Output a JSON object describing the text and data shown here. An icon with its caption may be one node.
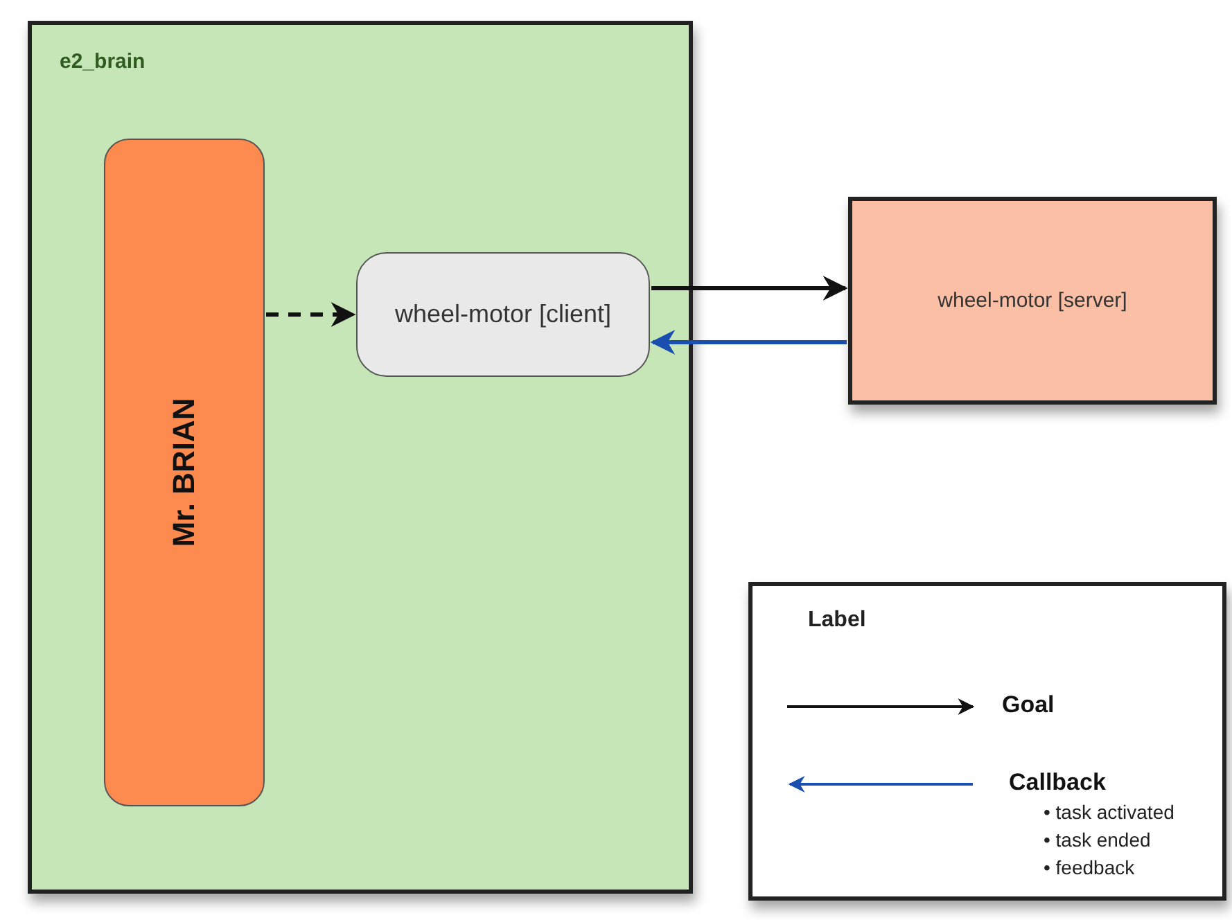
{
  "diagram": {
    "nodes": [
      {
        "text": [
          "e2_brain"
        ]
      },
      {
        "text": [
          "Mr. BRIAN"
        ],
        "in": 0
      },
      {
        "text": [
          "wheel-motor [client]"
        ],
        "in": 0
      },
      {
        "text": [
          "wheel-motor [server]"
        ]
      }
    ],
    "edges": [
      {
        "from": 1,
        "to": 2,
        "arrow": "to",
        "style": "dashed"
      },
      {
        "from": 2,
        "to": 3,
        "arrow": "to"
      },
      {
        "from": 3,
        "to": 2,
        "arrow": "to",
        "color": "#1a4fb0"
      }
    ],
    "labels": [
      "Label",
      "• task activated",
      "• task ended",
      "• feedback"
    ],
    "legend": [
      {
        "text": "Goal"
      },
      {
        "text": "Callback"
      }
    ]
  }
}
